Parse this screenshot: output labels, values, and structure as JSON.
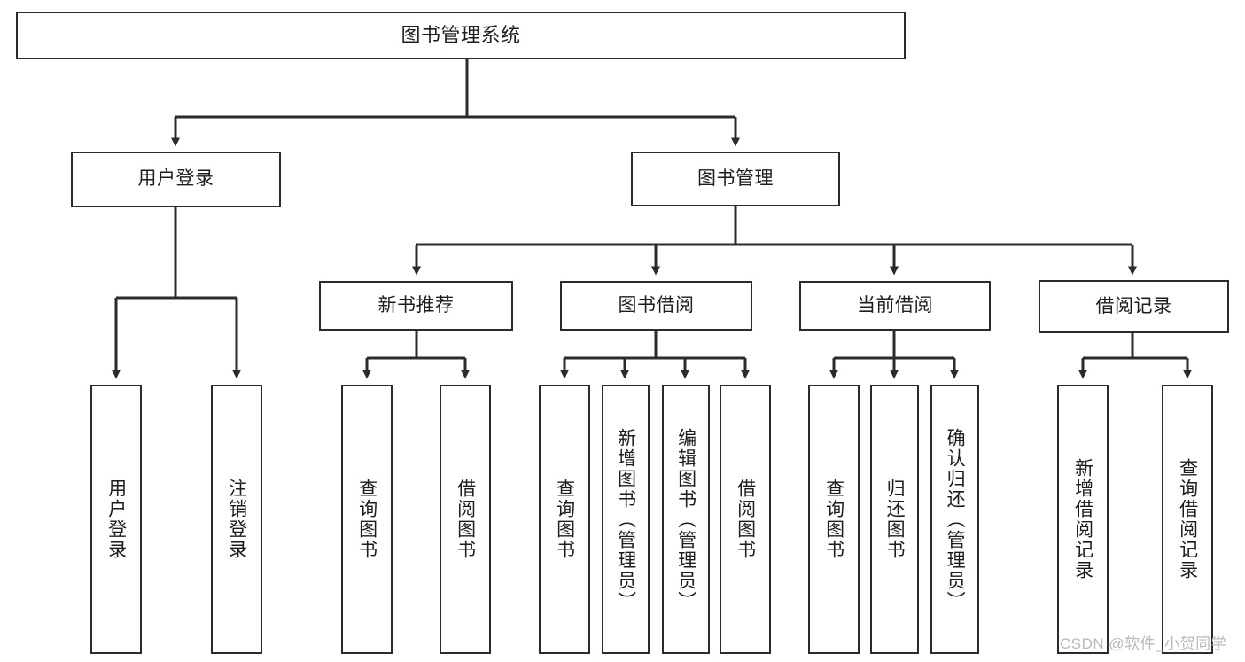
{
  "diagram": {
    "title_text": "图书管理系统",
    "type": "tree-hierarchy",
    "watermark": "CSDN @软件_小贺同学",
    "colors": {
      "background": "#ffffff",
      "box_border": "#2b2b2b",
      "box_fill": "#ffffff",
      "text": "#1d1d1d",
      "connector": "#2b2b2b",
      "watermark": "#b9b9b9"
    },
    "levels": {
      "root": "图书管理系统",
      "level2": [
        "用户登录",
        "图书管理"
      ],
      "level3": [
        "新书推荐",
        "图书借阅",
        "当前借阅",
        "借阅记录"
      ]
    },
    "nodes": {
      "root": {
        "label": "图书管理系统"
      },
      "user_login": {
        "label": "用户登录"
      },
      "book_manage": {
        "label": "图书管理"
      },
      "new_book_rec": {
        "label": "新书推荐"
      },
      "book_borrow": {
        "label": "图书借阅"
      },
      "current_borrow": {
        "label": "当前借阅"
      },
      "borrow_record": {
        "label": "借阅记录"
      }
    },
    "leaves": {
      "user_login_children": [
        {
          "label": "用户登录"
        },
        {
          "label": "注销登录"
        }
      ],
      "new_book_rec_children": [
        {
          "label": "查询图书"
        },
        {
          "label": "借阅图书"
        }
      ],
      "book_borrow_children": [
        {
          "label": "查询图书"
        },
        {
          "label": "新增图书（管理员）"
        },
        {
          "label": "编辑图书（管理员）"
        },
        {
          "label": "借阅图书"
        }
      ],
      "current_borrow_children": [
        {
          "label": "查询图书"
        },
        {
          "label": "归还图书"
        },
        {
          "label": "确认归还（管理员）"
        }
      ],
      "borrow_record_children": [
        {
          "label": "新增借阅记录"
        },
        {
          "label": "查询借阅记录"
        }
      ]
    }
  }
}
